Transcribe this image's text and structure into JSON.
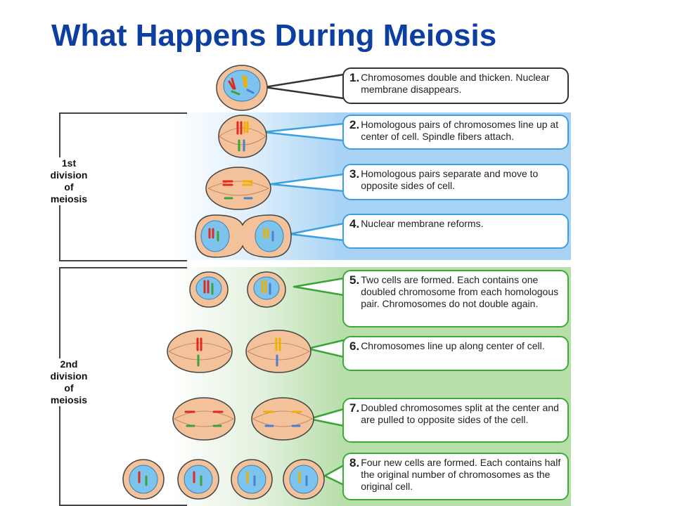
{
  "title": "What Happens During Meiosis",
  "divisions": [
    {
      "lines": [
        "1st",
        "division",
        "of",
        "meiosis"
      ]
    },
    {
      "lines": [
        "2nd",
        "division",
        "of",
        "meiosis"
      ]
    }
  ],
  "steps": [
    {
      "num": "1.",
      "text": "Chromosomes double and thicken. Nuclear membrane disappears."
    },
    {
      "num": "2.",
      "text": "Homologous pairs of chromosomes line up at center of cell. Spindle fibers attach."
    },
    {
      "num": "3.",
      "text": "Homologous pairs separate and move to opposite sides of cell."
    },
    {
      "num": "4.",
      "text": "Nuclear membrane reforms."
    },
    {
      "num": "5.",
      "text": "Two cells are formed. Each contains one doubled chromosome from each homologous pair. Chromosomes do not double again."
    },
    {
      "num": "6.",
      "text": "Chromosomes line up along center of cell."
    },
    {
      "num": "7.",
      "text": "Doubled chromosomes split at the center and are pulled to opposite sides of the cell."
    },
    {
      "num": "8.",
      "text": "Four new cells are formed. Each contains half the original number of chromosomes as the original cell."
    }
  ],
  "colors": {
    "title": "#0d3fa0",
    "cell_fill": "#f3c29a",
    "nucleus_fill": "#7cc4ee",
    "chromosome_red": "#e02a1e",
    "chromosome_yellow": "#f0b000",
    "chromosome_green": "#3aa33a",
    "chromosome_blue": "#4a7fd0"
  }
}
